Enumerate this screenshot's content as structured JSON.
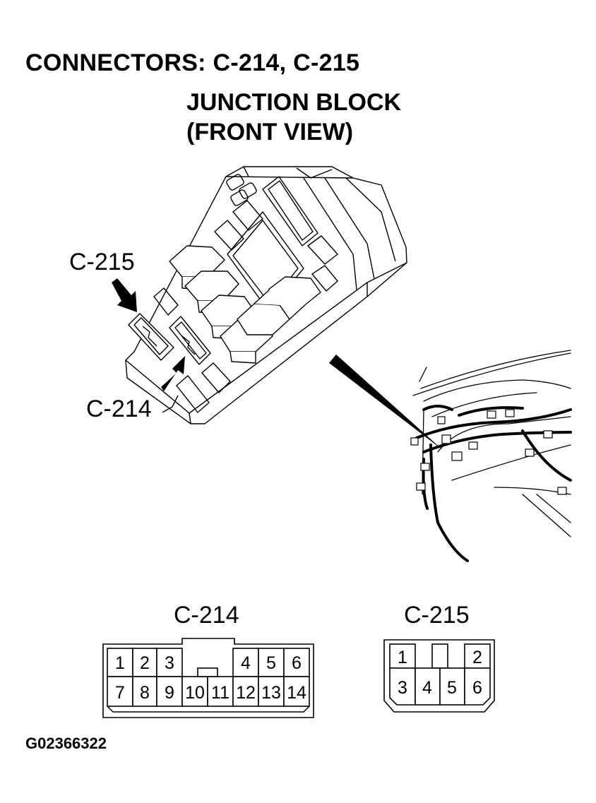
{
  "header": {
    "title": "CONNECTORS: C-214, C-215",
    "subtitle_line1": "JUNCTION BLOCK",
    "subtitle_line2": "(FRONT VIEW)"
  },
  "callouts": {
    "c215": "C-215",
    "c214": "C-214"
  },
  "connectors": {
    "c214": {
      "label": "C-214",
      "row1": [
        "1",
        "2",
        "3",
        "4",
        "5",
        "6"
      ],
      "row2": [
        "7",
        "8",
        "9",
        "10",
        "11",
        "12",
        "13",
        "14"
      ]
    },
    "c215": {
      "label": "C-215",
      "row1": [
        "1",
        "2"
      ],
      "row2": [
        "3",
        "4",
        "5",
        "6"
      ]
    }
  },
  "figure_code": "G02366322"
}
